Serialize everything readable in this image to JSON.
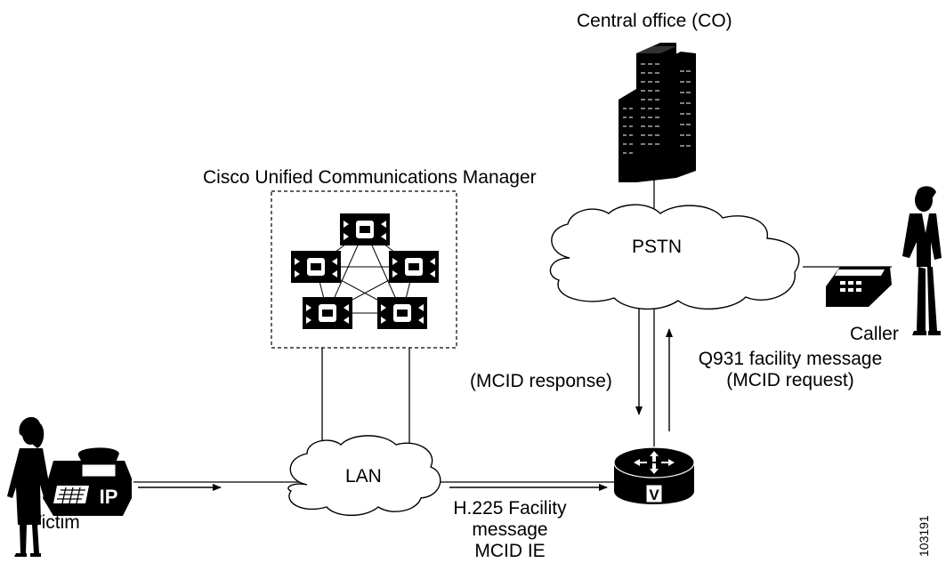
{
  "labels": {
    "central_office": "Central office (CO)",
    "cucm": "Cisco Unified Communications Manager",
    "pstn": "PSTN",
    "lan": "LAN",
    "caller": "Caller",
    "victim": "Victim",
    "mcid_response": "(MCID response)",
    "q931_line1": "Q931 facility message",
    "q931_line2": "(MCID request)",
    "h225_line1": "H.225 Facility",
    "h225_line2": "message",
    "h225_line3": "MCID IE",
    "phone_badge": "IP",
    "router_badge": "V",
    "figure_id": "103191"
  }
}
